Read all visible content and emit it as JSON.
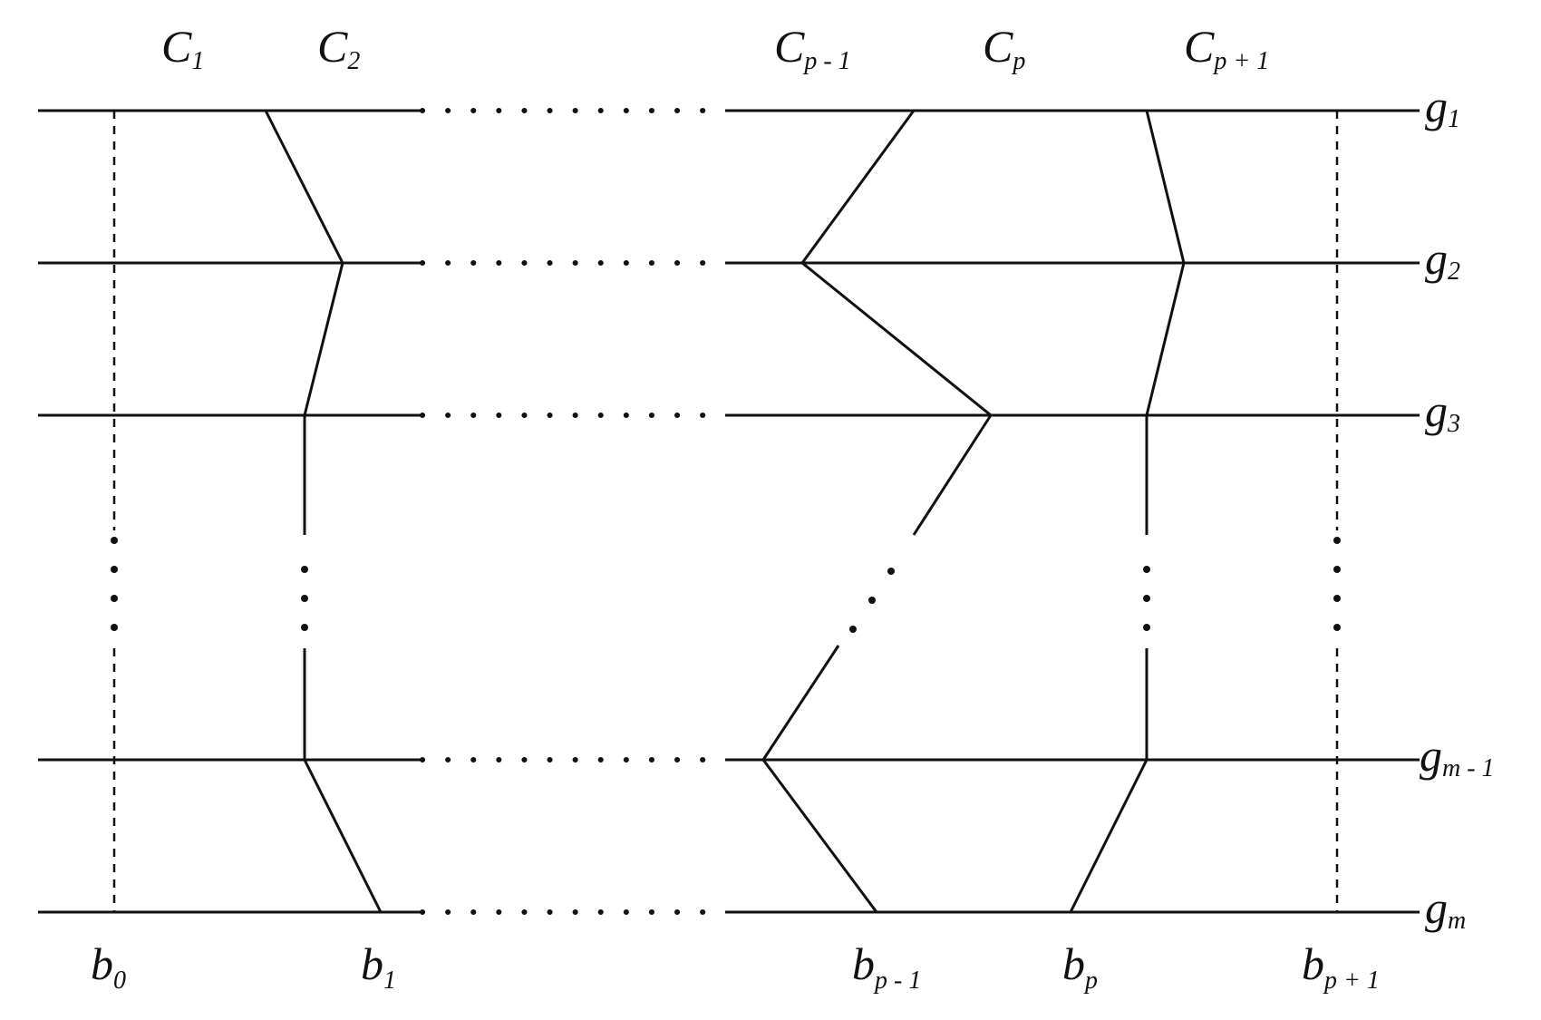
{
  "top_labels": [
    {
      "base": "C",
      "sub": "1"
    },
    {
      "base": "C",
      "sub": "2"
    },
    {
      "base": "C",
      "sub": "p - 1"
    },
    {
      "base": "C",
      "sub": "p"
    },
    {
      "base": "C",
      "sub": "p + 1"
    }
  ],
  "row_labels": [
    {
      "base": "g",
      "sub": "1"
    },
    {
      "base": "g",
      "sub": "2"
    },
    {
      "base": "g",
      "sub": "3"
    },
    {
      "base": "g",
      "sub": "m - 1"
    },
    {
      "base": "g",
      "sub": "m"
    }
  ],
  "bottom_labels": [
    {
      "base": "b",
      "sub": "0"
    },
    {
      "base": "b",
      "sub": "1"
    },
    {
      "base": "b",
      "sub": "p - 1"
    },
    {
      "base": "b",
      "sub": "p"
    },
    {
      "base": "b",
      "sub": "p + 1"
    }
  ],
  "colors": {
    "stroke": "#111111",
    "background": "#ffffff"
  }
}
